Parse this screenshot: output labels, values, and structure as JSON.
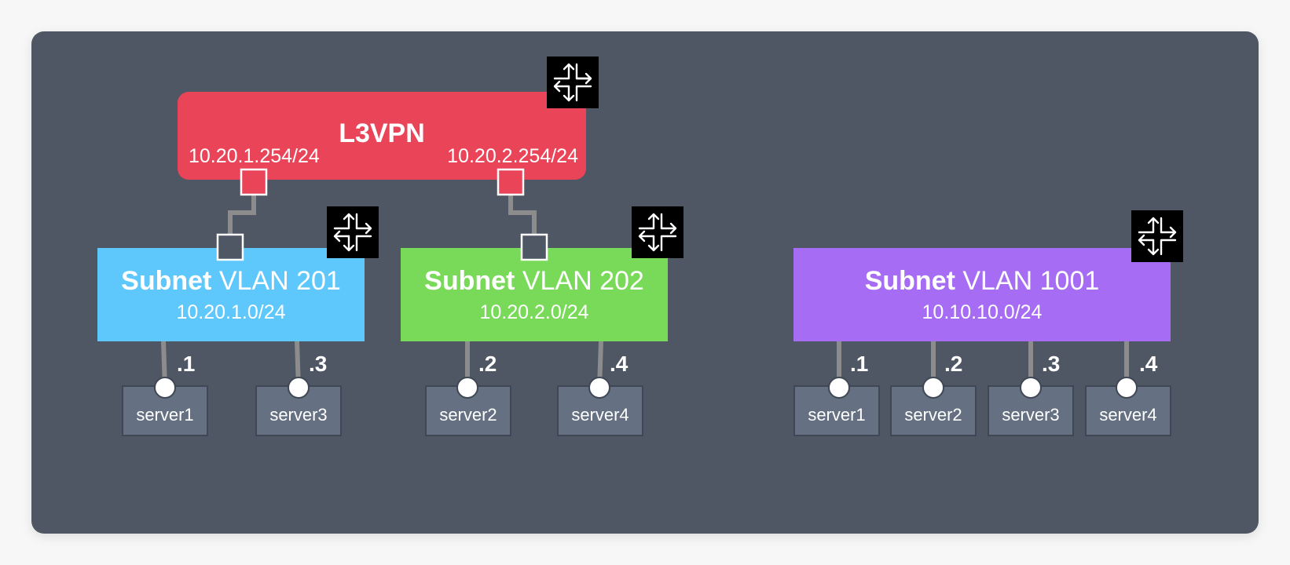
{
  "colors": {
    "panel": "#4f5664",
    "vpn": "#ea4458",
    "vlan201": "#5ec7fb",
    "vlan202": "#78da58",
    "vlan1001": "#a66cf4",
    "server": "#657182",
    "link": "#8c8c8c",
    "port": "#ffffff"
  },
  "icons": {
    "router": "router-icon"
  },
  "l3vpn": {
    "title": "L3VPN",
    "ip_left": "10.20.1.254/24",
    "ip_right": "10.20.2.254/24"
  },
  "subnets": [
    {
      "id": "vlan201",
      "prefix": "Subnet",
      "name": "VLAN 201",
      "cidr": "10.20.1.0/24",
      "hosts": [
        {
          "octet": ".1",
          "server": "server1"
        },
        {
          "octet": ".3",
          "server": "server3"
        }
      ]
    },
    {
      "id": "vlan202",
      "prefix": "Subnet",
      "name": "VLAN 202",
      "cidr": "10.20.2.0/24",
      "hosts": [
        {
          "octet": ".2",
          "server": "server2"
        },
        {
          "octet": ".4",
          "server": "server4"
        }
      ]
    },
    {
      "id": "vlan1001",
      "prefix": "Subnet",
      "name": "VLAN 1001",
      "cidr": "10.10.10.0/24",
      "hosts": [
        {
          "octet": ".1",
          "server": "server1"
        },
        {
          "octet": ".2",
          "server": "server2"
        },
        {
          "octet": ".3",
          "server": "server3"
        },
        {
          "octet": ".4",
          "server": "server4"
        }
      ]
    }
  ]
}
